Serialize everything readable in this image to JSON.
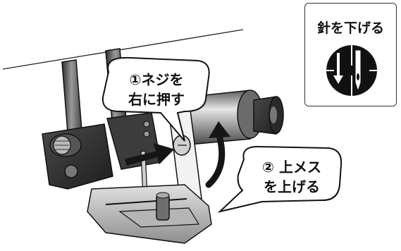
{
  "callout_1": {
    "line1": "①ネジを",
    "line2": "右に押す"
  },
  "callout_2": {
    "line1": "② 上メス",
    "line2": "を上げる"
  },
  "needle_panel": {
    "label": "針を下げる",
    "icon": "needle-down-icon"
  },
  "colors": {
    "outline": "#111111",
    "metal_dark": "#3a3a3a",
    "metal_mid": "#8a8a8a",
    "metal_light": "#d9d9d9",
    "background": "#ffffff"
  }
}
